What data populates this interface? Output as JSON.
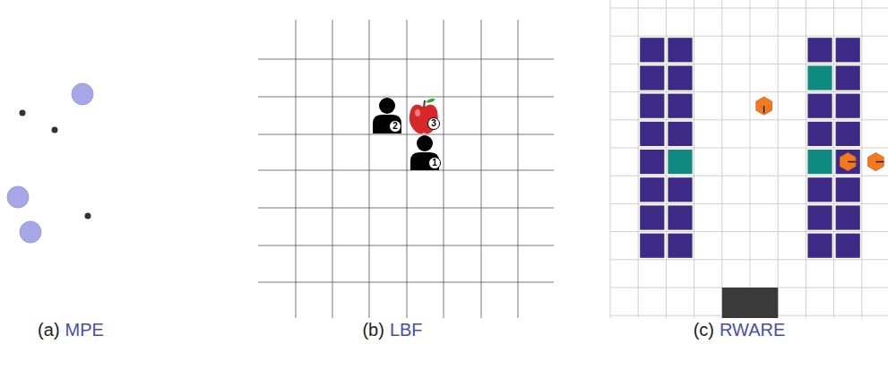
{
  "diagram": {
    "labels": [
      "(a)",
      "MPE",
      "(b)",
      "LBF",
      "(c)",
      "RWARE",
      "2",
      "3",
      "1"
    ]
  }
}
